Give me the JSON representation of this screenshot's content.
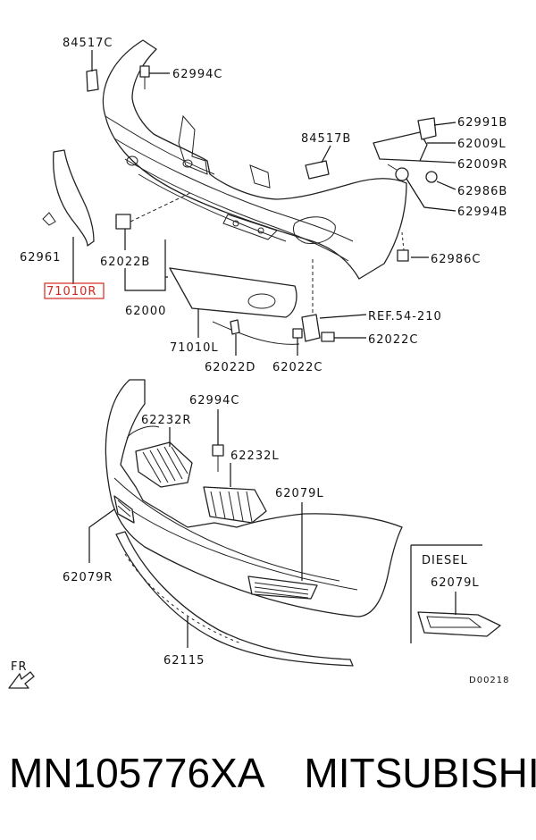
{
  "labels": {
    "l_84517C": "84517C",
    "l_62994C_top": "62994C",
    "l_62991B": "62991B",
    "l_84517B": "84517B",
    "l_62009L": "62009L",
    "l_62009R": "62009R",
    "l_62986B": "62986B",
    "l_62994B": "62994B",
    "l_62986C": "62986C",
    "l_62961": "62961",
    "l_62022B": "62022B",
    "l_71010R": "71010R",
    "l_62000": "62000",
    "l_ref": "REF.54-210",
    "l_62022C_right": "62022C",
    "l_71010L": "71010L",
    "l_62022D": "62022D",
    "l_62022C_low": "62022C",
    "l_62994C_mid": "62994C",
    "l_62232R": "62232R",
    "l_62232L": "62232L",
    "l_62079L": "62079L",
    "l_62079R": "62079R",
    "l_diesel": "DIESEL",
    "l_62079L_diesel": "62079L",
    "l_62115": "62115",
    "l_fr": "FR",
    "l_code": "D00218"
  },
  "footer": {
    "part_number": "MN105776XA",
    "brand": "MITSUBISHI"
  },
  "colors": {
    "highlight": "#d4281f"
  }
}
